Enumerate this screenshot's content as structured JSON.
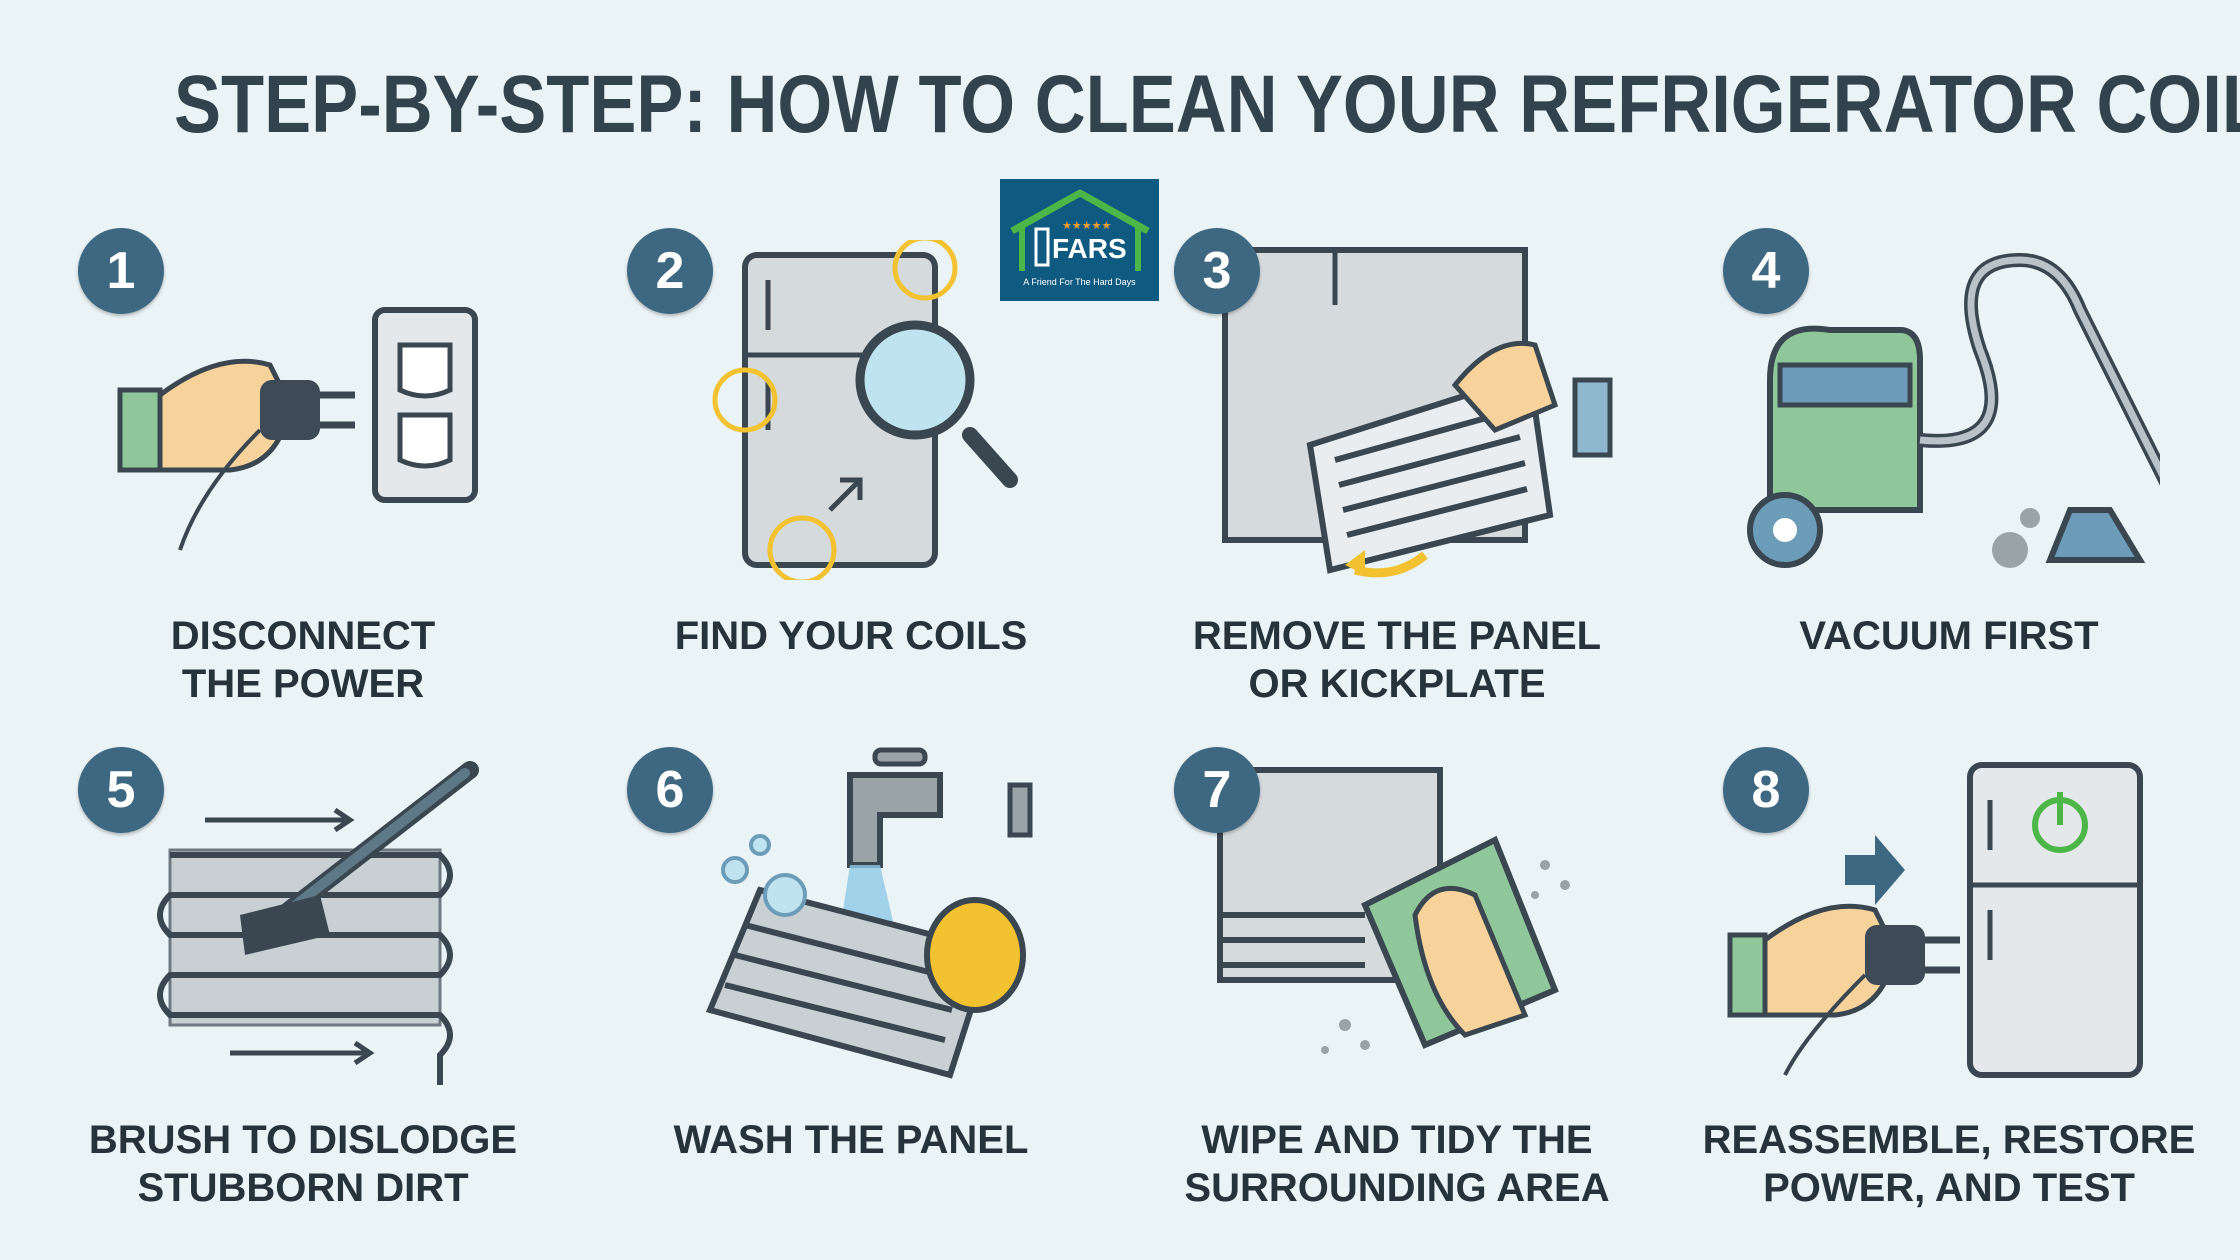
{
  "title": "STEP-BY-STEP: HOW TO CLEAN YOUR REFRIGERATOR COILS",
  "logo": {
    "brand": "FARS",
    "tagline": "A Friend For The Hard Days"
  },
  "steps": [
    {
      "number": "1",
      "line1": "DISCONNECT",
      "line2": "THE POWER"
    },
    {
      "number": "2",
      "line1": "FIND YOUR COILS",
      "line2": ""
    },
    {
      "number": "3",
      "line1": "REMOVE THE PANEL",
      "line2": "OR KICKPLATE"
    },
    {
      "number": "4",
      "line1": "VACUUM FIRST",
      "line2": ""
    },
    {
      "number": "5",
      "line1": "BRUSH TO DISLODGE",
      "line2": "STUBBORN DIRT"
    },
    {
      "number": "6",
      "line1": "WASH THE PANEL",
      "line2": ""
    },
    {
      "number": "7",
      "line1": "WIPE AND TIDY THE",
      "line2": "SURROUNDING AREA"
    },
    {
      "number": "8",
      "line1": "REASSEMBLE, RESTORE",
      "line2": "POWER, AND TEST"
    }
  ],
  "colors": {
    "background": "#eaf3f6",
    "badge": "#3e6882",
    "text": "#26333b",
    "accent_yellow": "#f2c230",
    "accent_green": "#8fc79a"
  }
}
